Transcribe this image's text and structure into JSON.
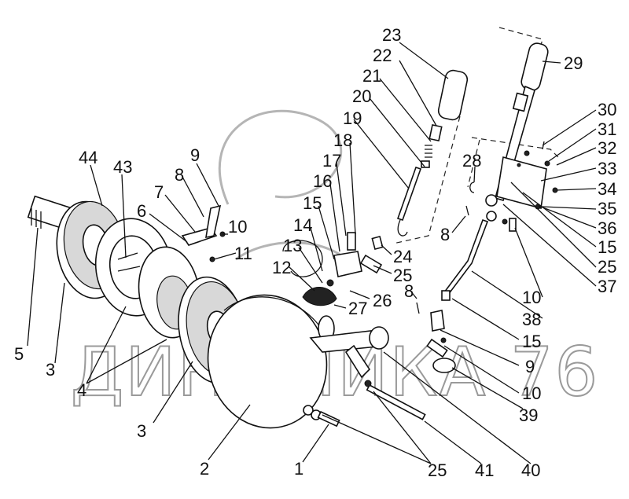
{
  "diagram": {
    "watermark": "ДИНАМИКА 76",
    "labels": [
      {
        "id": "44",
        "text": "44"
      },
      {
        "id": "43",
        "text": "43"
      },
      {
        "id": "9a",
        "text": "9"
      },
      {
        "id": "8a",
        "text": "8"
      },
      {
        "id": "7",
        "text": "7"
      },
      {
        "id": "6",
        "text": "6"
      },
      {
        "id": "10a",
        "text": "10"
      },
      {
        "id": "11",
        "text": "11"
      },
      {
        "id": "5",
        "text": "5"
      },
      {
        "id": "3a",
        "text": "3"
      },
      {
        "id": "4",
        "text": "4"
      },
      {
        "id": "3b",
        "text": "3"
      },
      {
        "id": "2",
        "text": "2"
      },
      {
        "id": "1",
        "text": "1"
      },
      {
        "id": "25a",
        "text": "25"
      },
      {
        "id": "41",
        "text": "41"
      },
      {
        "id": "40",
        "text": "40"
      },
      {
        "id": "39",
        "text": "39"
      },
      {
        "id": "23",
        "text": "23"
      },
      {
        "id": "22",
        "text": "22"
      },
      {
        "id": "21",
        "text": "21"
      },
      {
        "id": "20",
        "text": "20"
      },
      {
        "id": "19",
        "text": "19"
      },
      {
        "id": "18",
        "text": "18"
      },
      {
        "id": "17",
        "text": "17"
      },
      {
        "id": "16",
        "text": "16"
      },
      {
        "id": "15a",
        "text": "15"
      },
      {
        "id": "14",
        "text": "14"
      },
      {
        "id": "13",
        "text": "13"
      },
      {
        "id": "12",
        "text": "12"
      },
      {
        "id": "24",
        "text": "24"
      },
      {
        "id": "25b",
        "text": "25"
      },
      {
        "id": "26",
        "text": "26"
      },
      {
        "id": "27",
        "text": "27"
      },
      {
        "id": "8b",
        "text": "8"
      },
      {
        "id": "28",
        "text": "28"
      },
      {
        "id": "8c",
        "text": "8"
      },
      {
        "id": "29",
        "text": "29"
      },
      {
        "id": "30",
        "text": "30"
      },
      {
        "id": "31",
        "text": "31"
      },
      {
        "id": "32",
        "text": "32"
      },
      {
        "id": "33",
        "text": "33"
      },
      {
        "id": "34",
        "text": "34"
      },
      {
        "id": "35",
        "text": "35"
      },
      {
        "id": "36",
        "text": "36"
      },
      {
        "id": "15b",
        "text": "15"
      },
      {
        "id": "25c",
        "text": "25"
      },
      {
        "id": "37",
        "text": "37"
      },
      {
        "id": "10b",
        "text": "10"
      },
      {
        "id": "38",
        "text": "38"
      },
      {
        "id": "15c",
        "text": "15"
      },
      {
        "id": "9b",
        "text": "9"
      },
      {
        "id": "10c",
        "text": "10"
      }
    ]
  }
}
